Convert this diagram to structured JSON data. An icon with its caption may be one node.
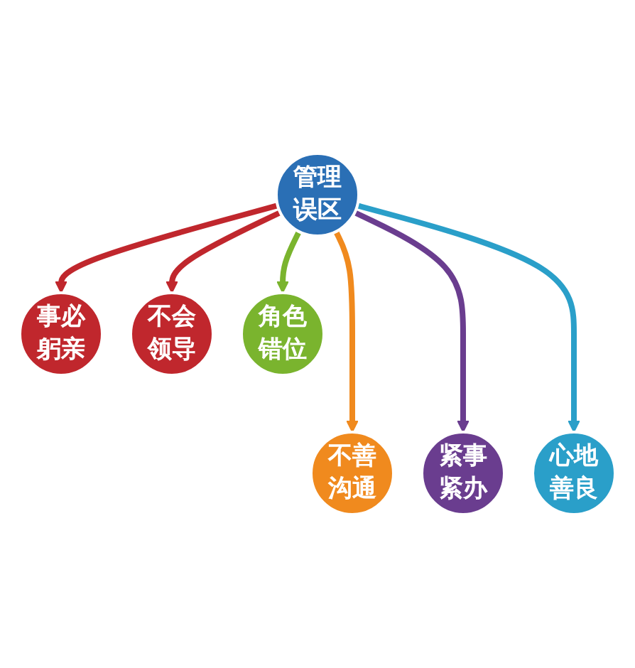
{
  "diagram": {
    "nodes": [
      {
        "text": [
          "管理",
          "误区"
        ]
      },
      {
        "text": [
          "事必躬亲"
        ]
      },
      {
        "text": [
          "不会领导"
        ]
      },
      {
        "text": [
          "角色错位"
        ]
      },
      {
        "text": [
          "不善沟通"
        ]
      },
      {
        "text": [
          "紧事紧办"
        ]
      },
      {
        "text": [
          "心地善良"
        ]
      }
    ],
    "edges": [
      {
        "from": 0,
        "to": 1,
        "arrow": "to",
        "color": "#c0272d"
      },
      {
        "from": 0,
        "to": 2,
        "arrow": "to",
        "color": "#c0272d"
      },
      {
        "from": 0,
        "to": 3,
        "arrow": "to",
        "color": "#7ab42e"
      },
      {
        "from": 0,
        "to": 4,
        "arrow": "to",
        "color": "#f08a1e"
      },
      {
        "from": 0,
        "to": 5,
        "arrow": "to",
        "color": "#6a3d8f"
      },
      {
        "from": 0,
        "to": 6,
        "arrow": "to",
        "color": "#2a9fc9"
      }
    ]
  }
}
